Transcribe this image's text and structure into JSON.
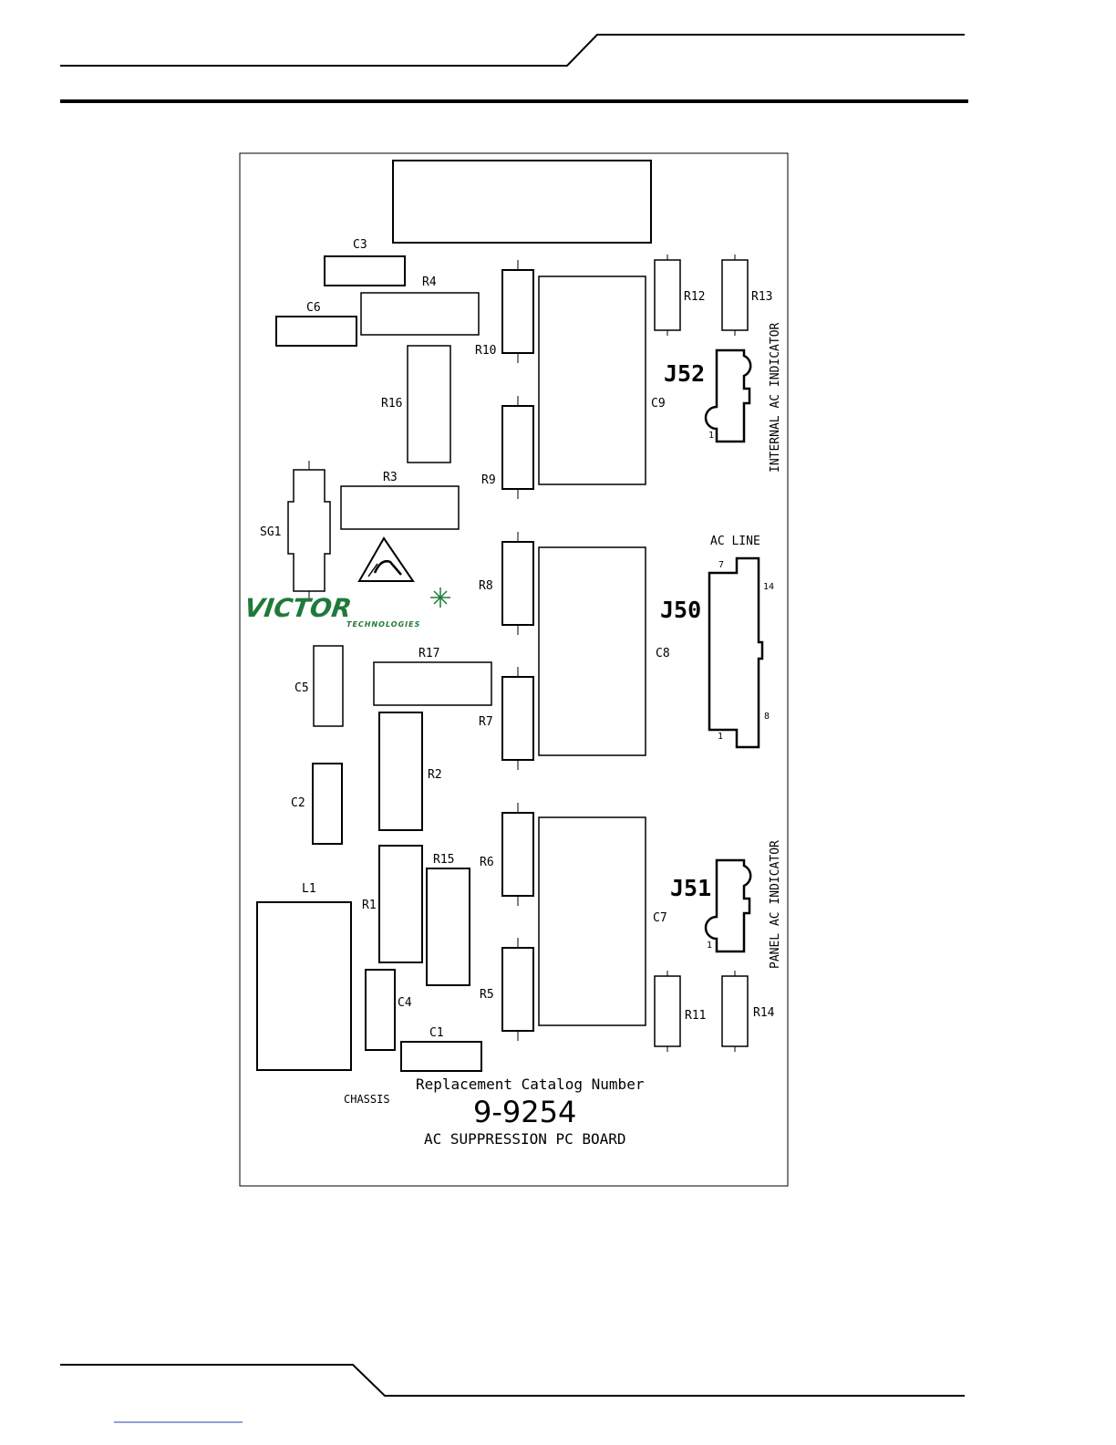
{
  "board": {
    "components": {
      "C3": "C3",
      "C6": "C6",
      "R4": "R4",
      "R16": "R16",
      "R10": "R10",
      "R9": "R9",
      "C9": "C9",
      "R12": "R12",
      "R13": "R13",
      "R3": "R3",
      "SG1": "SG1",
      "R8": "R8",
      "C8": "C8",
      "R17": "R17",
      "C5": "C5",
      "R7": "R7",
      "R2": "R2",
      "C2": "C2",
      "R15": "R15",
      "R1": "R1",
      "L1": "L1",
      "R6": "R6",
      "C7": "C7",
      "C4": "C4",
      "C1": "C1",
      "R5": "R5",
      "R11": "R11",
      "R14": "R14"
    },
    "connectors": {
      "J52": "J52",
      "J50": "J50",
      "J51": "J51",
      "pin_1": "1",
      "pin_7": "7",
      "pin_14": "14",
      "pin_8": "8"
    },
    "side_labels": {
      "internal_ac": "INTERNAL AC INDICATOR",
      "panel_ac": "PANEL AC INDICATOR",
      "ac_line": "AC LINE",
      "chassis": "CHASSIS"
    },
    "footer": {
      "replacement": "Replacement Catalog Number",
      "catalog_number": "9-9254",
      "board_name": "AC SUPPRESSION PC BOARD"
    },
    "logo": {
      "brand": "VICTOR",
      "sub": "TECHNOLOGIES",
      "brand_color": "#1f7a3a",
      "icon": "esd-warning-icon"
    }
  }
}
